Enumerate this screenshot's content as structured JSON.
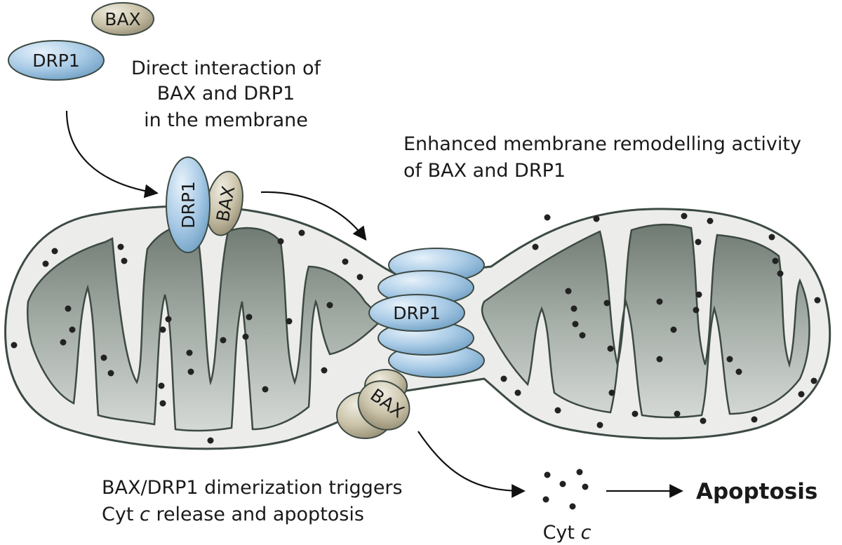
{
  "labels": {
    "top_bax": "BAX",
    "top_drp1": "DRP1",
    "step1_line1": "Direct interaction of",
    "step1_line2": "BAX and DRP1",
    "step1_line3": "in the membrane",
    "membrane_drp1": "DRP1",
    "membrane_bax": "BAX",
    "step2_line1": "Enhanced membrane remodelling activity",
    "step2_line2": "of BAX and DRP1",
    "ring_drp1": "DRP1",
    "ring_bax": "BAX",
    "step3_line1": "BAX/DRP1 dimerization triggers",
    "step3_line2_a": "Cyt ",
    "step3_line2_c": "c",
    "step3_line2_b": " release and apoptosis",
    "cytc_a": "Cyt ",
    "cytc_c": "c",
    "outcome": "Apoptosis"
  },
  "colors": {
    "drp1_fill": "#a9cbe6",
    "bax_fill": "#c9c2a8",
    "outer_membrane": "#ececeb",
    "matrix": "#8f9a92",
    "stroke": "#3d4a44"
  }
}
